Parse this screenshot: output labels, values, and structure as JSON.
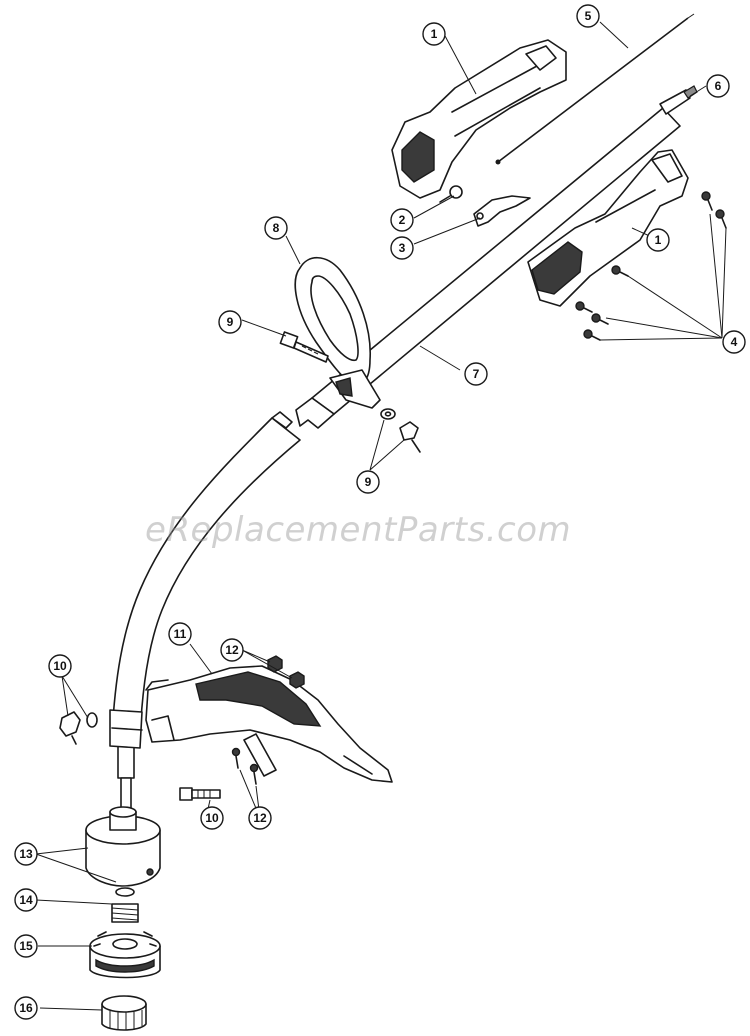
{
  "watermark": "eReplacementParts.com",
  "callouts": {
    "c1a": "1",
    "c1b": "1",
    "c2": "2",
    "c3": "3",
    "c4": "4",
    "c5": "5",
    "c6": "6",
    "c7": "7",
    "c8": "8",
    "c9a": "9",
    "c9b": "9",
    "c10a": "10",
    "c10b": "10",
    "c11": "11",
    "c12a": "12",
    "c12b": "12",
    "c13": "13",
    "c14": "14",
    "c15": "15",
    "c16": "16"
  }
}
